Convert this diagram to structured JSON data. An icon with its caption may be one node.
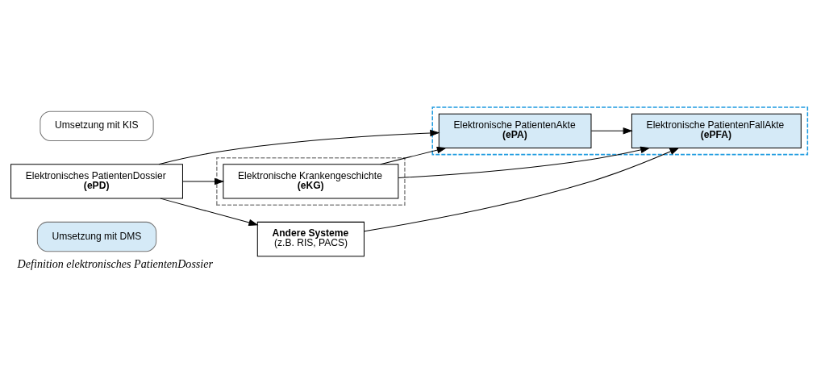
{
  "diagram": {
    "caption": "Definition elektronisches PatientenDossier",
    "nodes": [
      {
        "text": [
          "Umsetzung mit DMS"
        ]
      },
      {
        "text": [],
        "shape": "box"
      },
      {
        "text": [
          "Elektronische PatientenAkte",
          "(ePA)"
        ],
        "in": 1
      },
      {
        "text": [
          "Elektronische PatientenFallAkte",
          "(ePFA)"
        ],
        "in": 1
      },
      {
        "text": [
          "Elektronisches PatientenDossier",
          "(ePD)"
        ]
      },
      {
        "text": [],
        "shape": "box"
      },
      {
        "text": [
          "Elektronische Krankengeschichte",
          "(eKG)"
        ],
        "in": 5
      },
      {
        "text": [
          "Umsetzung mit KIS"
        ]
      },
      {
        "text": [
          "Andere Systeme",
          "(z.B. RIS, PACS)"
        ]
      }
    ],
    "edges": [
      {
        "from": 4,
        "to": 2,
        "arrow": "to"
      },
      {
        "from": 4,
        "to": 6,
        "arrow": "to"
      },
      {
        "from": 4,
        "to": 8,
        "arrow": "to"
      },
      {
        "from": 2,
        "to": 3,
        "arrow": "to"
      },
      {
        "from": 6,
        "to": 2,
        "arrow": "to"
      },
      {
        "from": 6,
        "to": 3,
        "arrow": "to"
      },
      {
        "from": 8,
        "to": 3,
        "arrow": "to"
      }
    ]
  }
}
